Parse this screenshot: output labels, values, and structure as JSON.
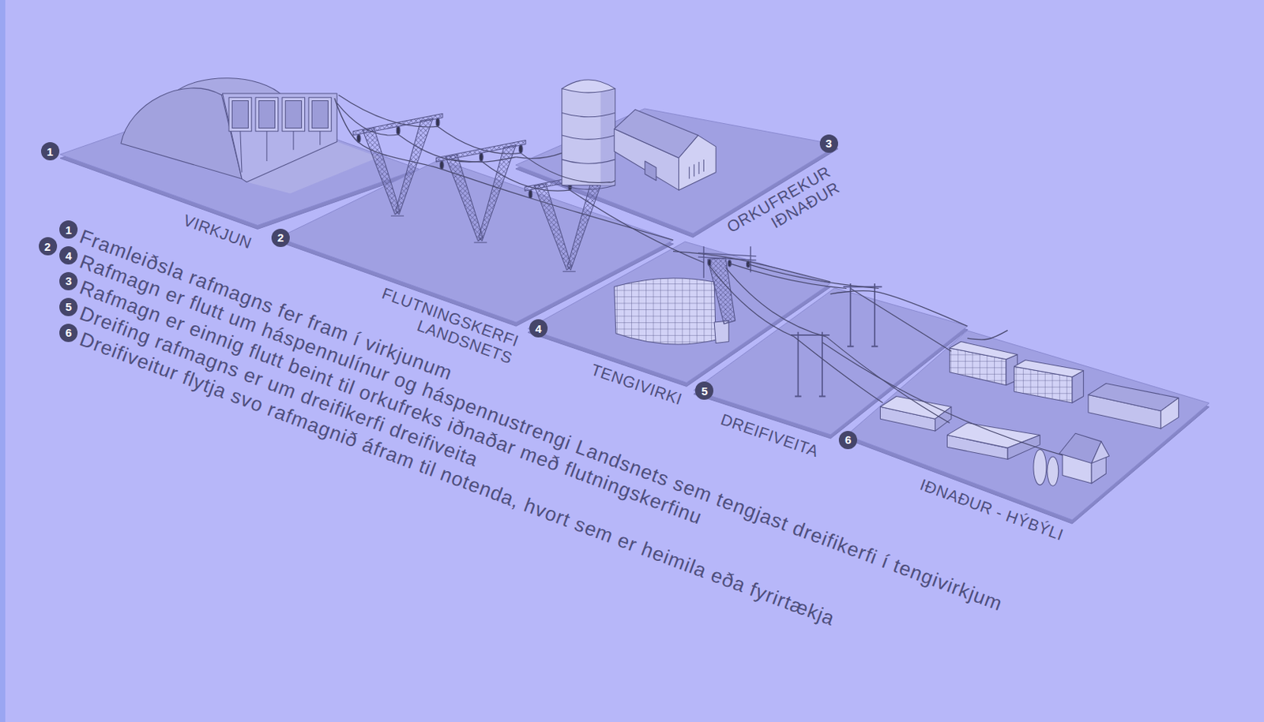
{
  "diagram": {
    "nodes": [
      {
        "text": [
          "VIRKJUN"
        ]
      },
      {
        "text": [
          "FLUTNINGSKERFI LANDSNETS"
        ]
      },
      {
        "text": [
          "ORKUFREKUR IÐNAÐUR"
        ]
      },
      {
        "text": [
          "TENGIVIRKI"
        ]
      },
      {
        "text": [
          "DREIFIVEITA"
        ]
      },
      {
        "text": [
          "IÐNAÐUR - HÝBÝLI"
        ]
      }
    ],
    "edges": [
      {
        "from": 0,
        "to": 1,
        "arrow": "none"
      },
      {
        "from": 1,
        "to": 2,
        "arrow": "none"
      },
      {
        "from": 1,
        "to": 3,
        "arrow": "none"
      },
      {
        "from": 3,
        "to": 4,
        "arrow": "none"
      },
      {
        "from": 4,
        "to": 5,
        "arrow": "none"
      }
    ],
    "labels": [
      "1",
      "2",
      "3",
      "4",
      "5",
      "6",
      "1",
      "Framleiðsla rafmagns fer fram í virkjunum",
      "2",
      "4",
      "Rafmagn er flutt um háspennulínur og háspennustrengi Landsnets sem tengjast dreifikerfi í tengivirkjum",
      "3",
      "Rafmagn er einnig flutt beint til orkufreks iðnaðar með flutningskerfinu",
      "5",
      "Dreifing rafmagns er um dreifikerfi dreifiveita",
      "6",
      "Dreifiveitur flytja svo rafmagnið áfram til notenda, hvort sem er heimila eða fyrirtækja"
    ]
  }
}
